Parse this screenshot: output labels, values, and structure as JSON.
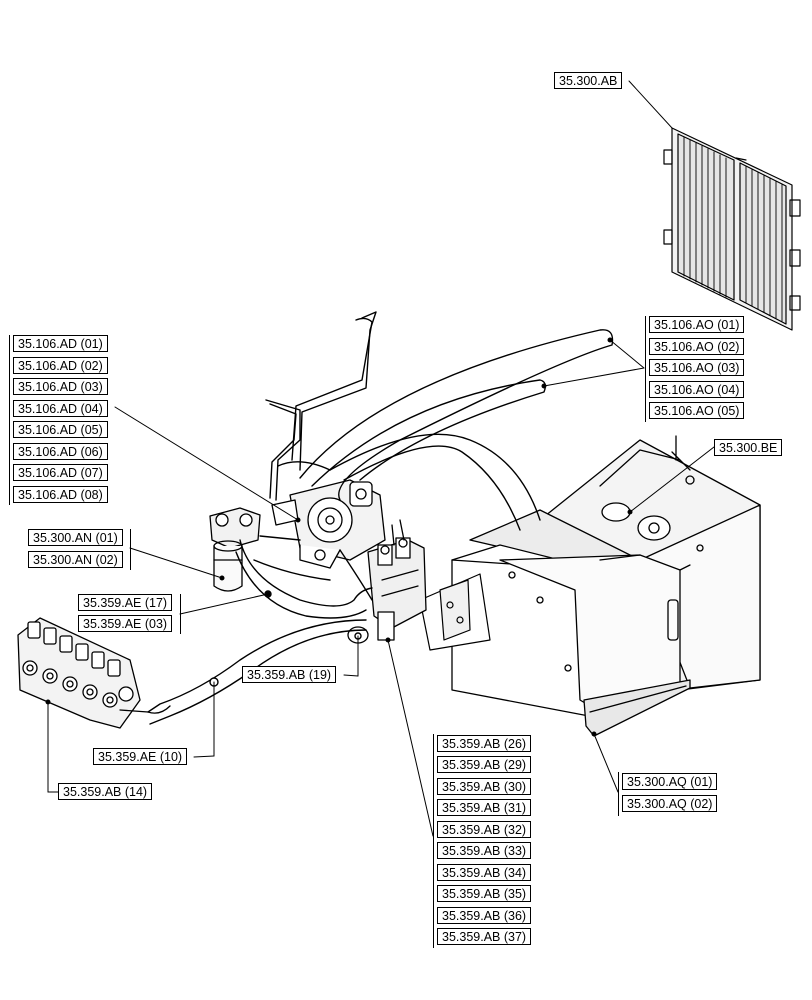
{
  "callouts": {
    "ab": "35.300.AB",
    "be": "35.300.BE",
    "ad": [
      "35.106.AD (01)",
      "35.106.AD (02)",
      "35.106.AD (03)",
      "35.106.AD (04)",
      "35.106.AD (05)",
      "35.106.AD (06)",
      "35.106.AD (07)",
      "35.106.AD (08)"
    ],
    "ao": [
      "35.106.AO (01)",
      "35.106.AO (02)",
      "35.106.AO (03)",
      "35.106.AO (04)",
      "35.106.AO (05)"
    ],
    "an": [
      "35.300.AN (01)",
      "35.300.AN (02)"
    ],
    "ae": [
      "35.359.AE (17)",
      "35.359.AE (03)"
    ],
    "ab19": "35.359.AB (19)",
    "ae10": "35.359.AE (10)",
    "ab14": "35.359.AB (14)",
    "aq": [
      "35.300.AQ (01)",
      "35.300.AQ (02)"
    ],
    "abList": [
      "35.359.AB (26)",
      "35.359.AB (29)",
      "35.359.AB (30)",
      "35.359.AB (31)",
      "35.359.AB (32)",
      "35.359.AB (33)",
      "35.359.AB (34)",
      "35.359.AB (35)",
      "35.359.AB (36)",
      "35.359.AB (37)"
    ]
  }
}
